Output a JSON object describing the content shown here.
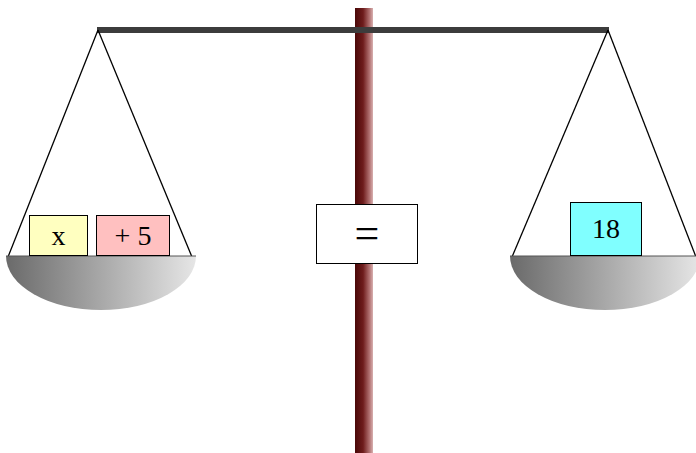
{
  "diagram": {
    "nodes": [
      {
        "text": [
          "x"
        ]
      },
      {
        "text": [
          "+ 5"
        ]
      },
      {
        "text": [
          "="
        ]
      },
      {
        "text": [
          "18"
        ]
      }
    ]
  }
}
